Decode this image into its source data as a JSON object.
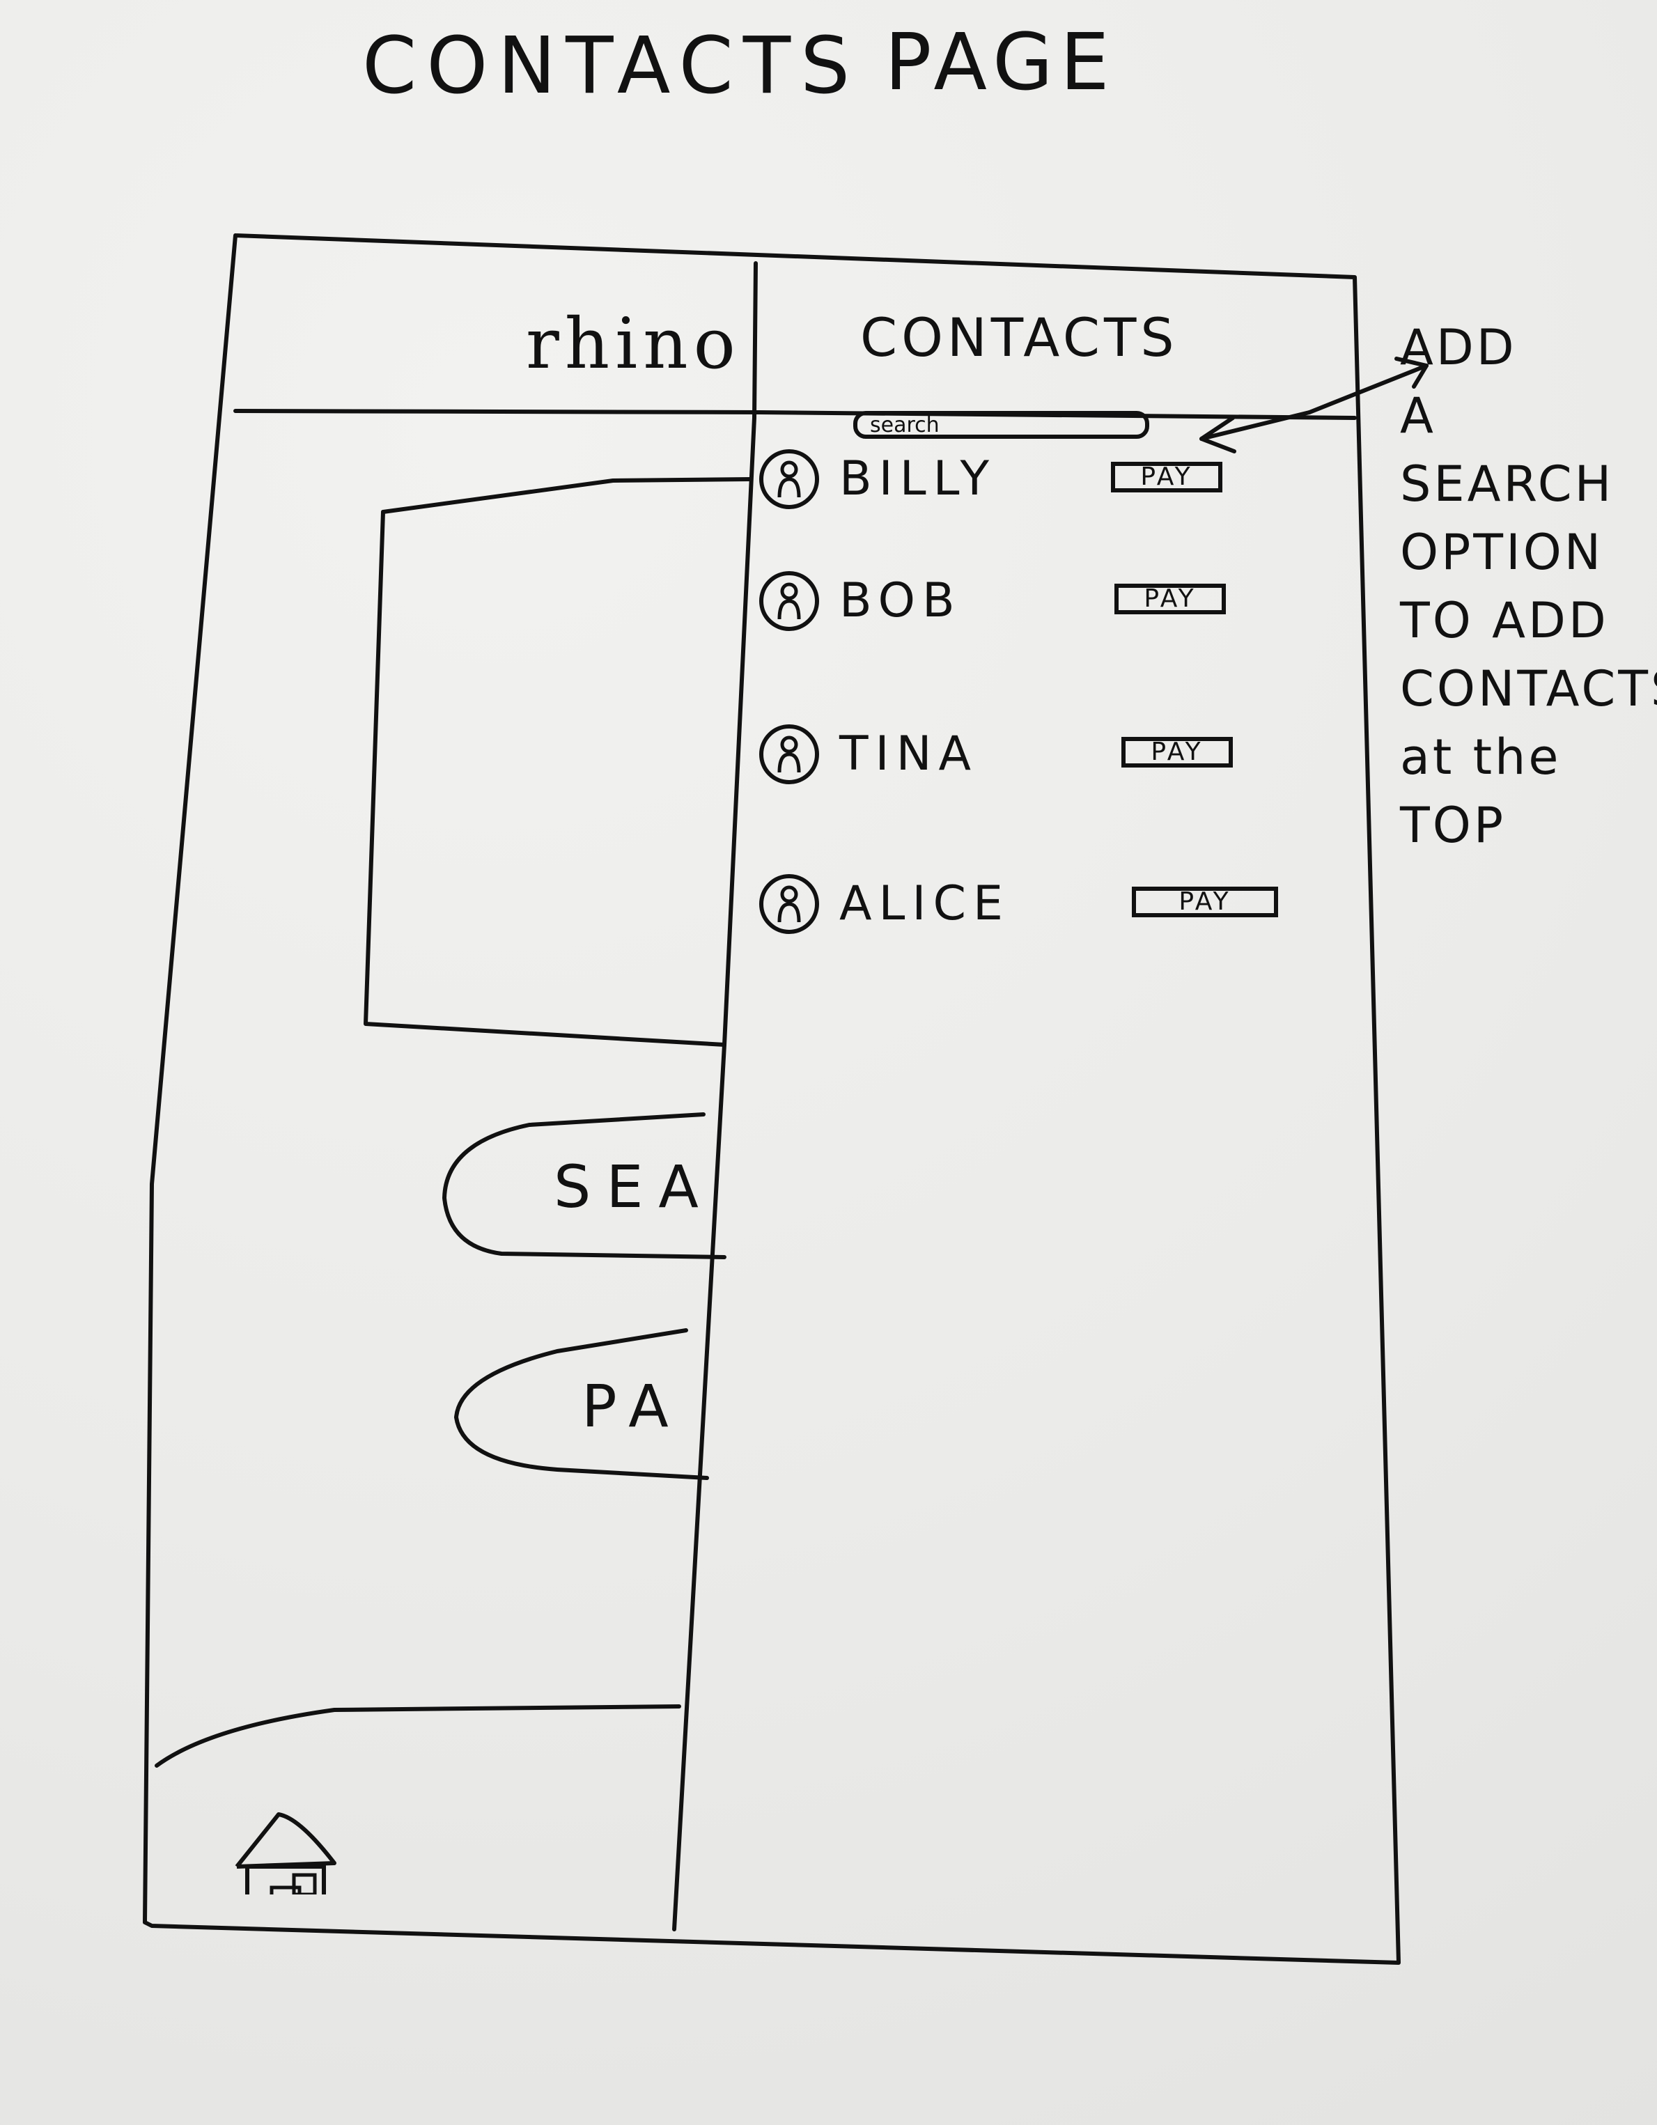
{
  "page": {
    "heading_left": "CONTACTS",
    "heading_right": "PAGE"
  },
  "app": {
    "title": "rhino"
  },
  "contacts_panel": {
    "title": "CONTACTS",
    "search_placeholder": "search",
    "items": [
      {
        "name": "BILLY",
        "action_label": "PAY"
      },
      {
        "name": "BOB",
        "action_label": "PAY"
      },
      {
        "name": "TINA",
        "action_label": "PAY"
      },
      {
        "name": "ALICE",
        "action_label": "PAY"
      }
    ]
  },
  "sidebar": {
    "buttons": [
      {
        "label": "SEA"
      },
      {
        "label": "PA"
      }
    ],
    "home_icon": "home-icon"
  },
  "annotation": {
    "text": "ADD\nA\nSEARCH\nOPTION\nTO ADD\nCONTACTS\nat the\nTOP"
  }
}
